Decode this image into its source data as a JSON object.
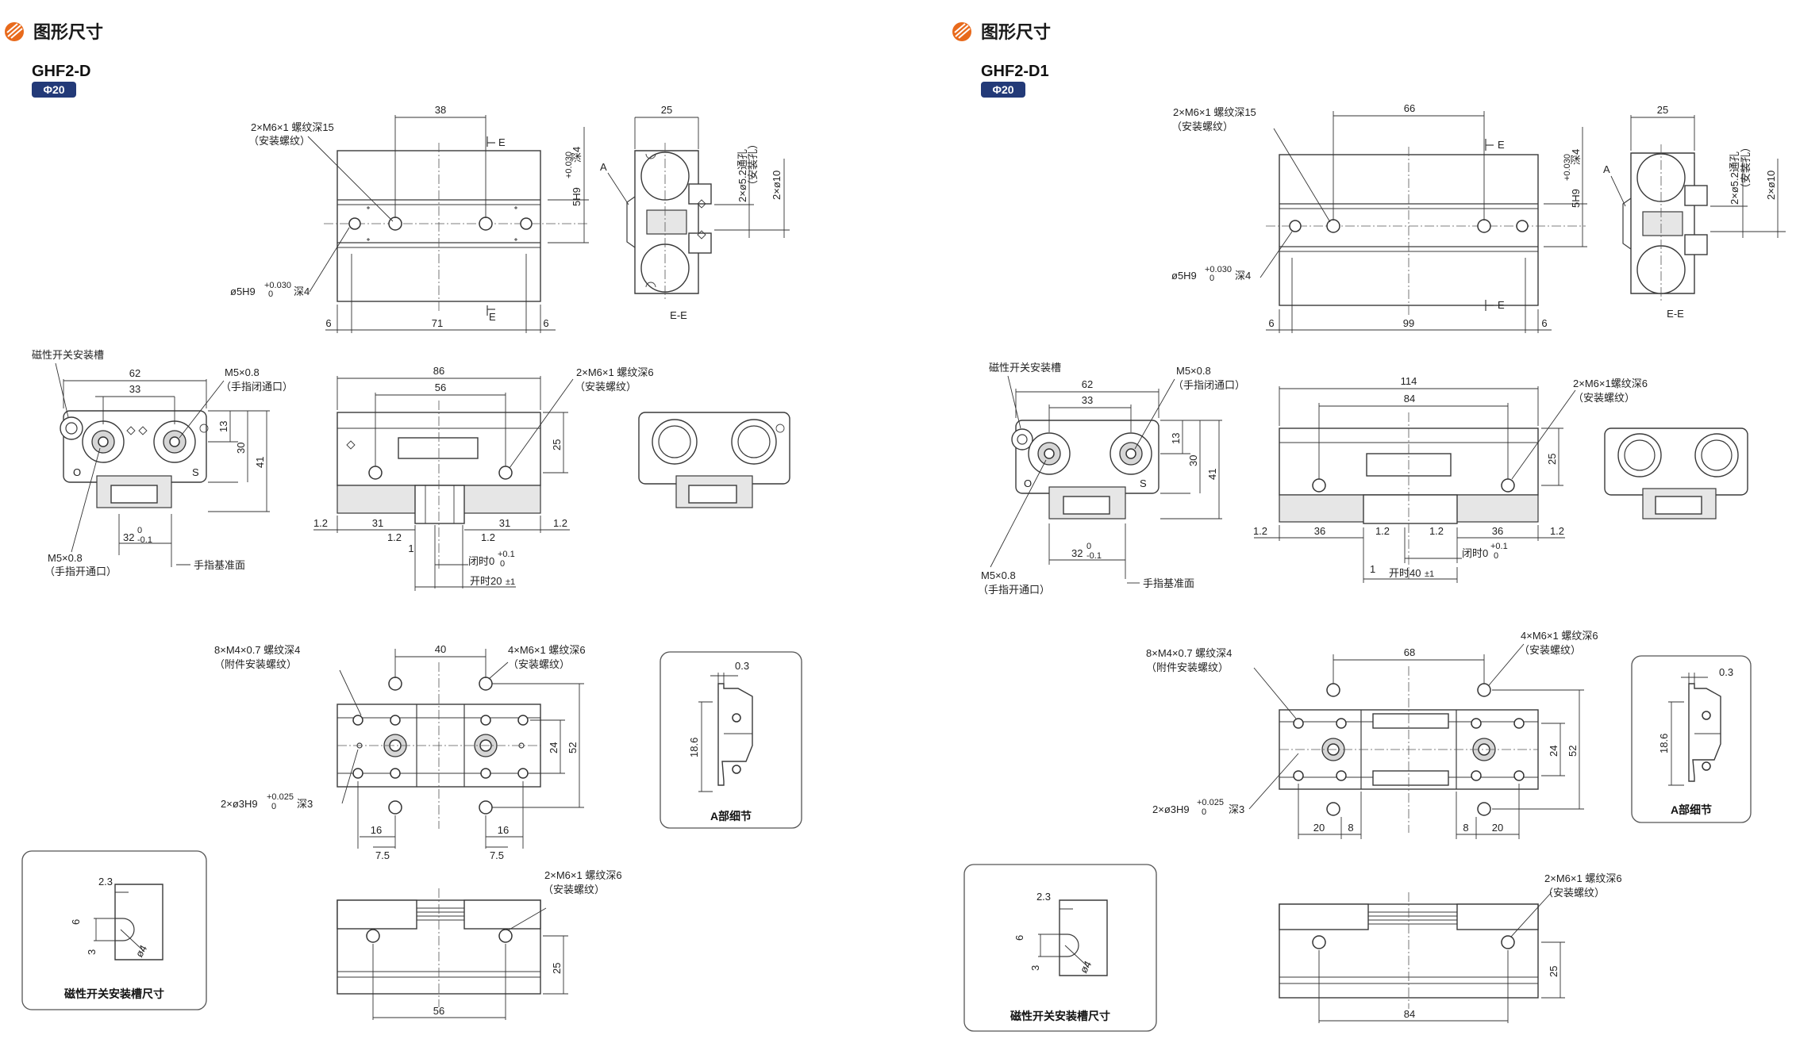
{
  "colors": {
    "accent": "#e86a1c",
    "badge": "#233a78",
    "line": "#3a3a3a"
  },
  "left": {
    "section_title": "图形尺寸",
    "model": "GHF2-D",
    "bore": "Φ20",
    "top": {
      "note1": "2×M6×1 螺纹深15",
      "note1_sub": "（安装螺纹）",
      "w_top": "38",
      "w_bottom": "71",
      "edge_l": "6",
      "edge_r": "6",
      "sec_mark": "E",
      "pin_note": "ø5H9",
      "pin_tol": "+0.030",
      "pin_tol0": "0",
      "pin_depth": "深4",
      "side_dim": "5H9",
      "side_tol": "+0.030",
      "side_tol0": "0",
      "side_depth": "深4",
      "ee_width": "25",
      "ee_a": "A",
      "ee_hole": "2×ø5.2通孔",
      "ee_hole_sub": "（安装孔）",
      "ee_cb": "2×ø10",
      "ee_label": "E-E"
    },
    "front": {
      "slot_label": "磁性开关安装槽",
      "w62": "62",
      "w33": "33",
      "port_close": "M5×0.8",
      "port_close_sub": "（手指闭通口）",
      "h13": "13",
      "h30": "30",
      "h41": "41",
      "o": "O",
      "s": "S",
      "port_open": "M5×0.8",
      "port_open_sub": "（手指开通口）",
      "w32": "32",
      "w32_tol": "0",
      "w32_tol2": "-0.1",
      "ref": "手指基准面"
    },
    "side": {
      "w86": "86",
      "w56": "56",
      "note": "2×M6×1 螺纹深6",
      "note_sub": "（安装螺纹）",
      "h25": "25",
      "d12a": "1.2",
      "d31a": "31",
      "d12b": "1.2",
      "d1": "1",
      "d12c": "1.2",
      "d31b": "31",
      "d12d": "1.2",
      "closed": "闭时0",
      "closed_tol": "+0.1",
      "closed_tol0": "0",
      "open": "开时20",
      "open_tol": "±1"
    },
    "bottom": {
      "note_a": "8×M4×0.7 螺纹深4",
      "note_a_sub": "（附件安装螺纹）",
      "w40": "40",
      "note_b": "4×M6×1 螺纹深6",
      "note_b_sub": "（安装螺纹）",
      "h24": "24",
      "h52": "52",
      "pin": "2×ø3H9",
      "pin_tol": "+0.025",
      "pin_tol0": "0",
      "pin_depth": "深3",
      "d16a": "16",
      "d16b": "16",
      "d75a": "7.5",
      "d75b": "7.5"
    },
    "detail_a": {
      "d03": "0.3",
      "d186": "18.6",
      "caption": "A部细节"
    },
    "slot_detail": {
      "d23": "2.3",
      "d6": "6",
      "d3": "3",
      "d4": "ø4",
      "caption": "磁性开关安装槽尺寸"
    },
    "lower": {
      "note": "2×M6×1 螺纹深6",
      "note_sub": "（安装螺纹）",
      "h25": "25",
      "w56": "56"
    }
  },
  "right": {
    "section_title": "图形尺寸",
    "model": "GHF2-D1",
    "bore": "Φ20",
    "top": {
      "note1": "2×M6×1 螺纹深15",
      "note1_sub": "（安装螺纹）",
      "w_top": "66",
      "w_bottom": "99",
      "edge_l": "6",
      "edge_r": "6",
      "sec_mark": "E",
      "pin_note": "ø5H9",
      "pin_tol": "+0.030",
      "pin_tol0": "0",
      "pin_depth": "深4",
      "side_dim": "5H9",
      "side_tol": "+0.030",
      "side_tol0": "0",
      "side_depth": "深4",
      "ee_width": "25",
      "ee_a": "A",
      "ee_hole": "2×ø5.2通孔",
      "ee_hole_sub": "（安装孔）",
      "ee_cb": "2×ø10",
      "ee_label": "E-E"
    },
    "front": {
      "slot_label": "磁性开关安装槽",
      "w62": "62",
      "w33": "33",
      "port_close": "M5×0.8",
      "port_close_sub": "（手指闭通口）",
      "h13": "13",
      "h30": "30",
      "h41": "41",
      "o": "O",
      "s": "S",
      "port_open": "M5×0.8",
      "port_open_sub": "（手指开通口）",
      "w32": "32",
      "w32_tol": "0",
      "w32_tol2": "-0.1",
      "ref": "手指基准面"
    },
    "side": {
      "w114": "114",
      "w84": "84",
      "note": "2×M6×1螺纹深6",
      "note_sub": "（安装螺纹）",
      "h25": "25",
      "d12a": "1.2",
      "d36a": "36",
      "d12b": "1.2",
      "d12c": "1.2",
      "d36b": "36",
      "d12d": "1.2",
      "d1": "1",
      "closed": "闭时0",
      "closed_tol": "+0.1",
      "closed_tol0": "0",
      "open": "开时40",
      "open_tol": "±1"
    },
    "bottom": {
      "note_a": "8×M4×0.7 螺纹深4",
      "note_a_sub": "（附件安装螺纹）",
      "w68": "68",
      "note_b": "4×M6×1 螺纹深6",
      "note_b_sub": "（安装螺纹）",
      "h24": "24",
      "h52": "52",
      "pin": "2×ø3H9",
      "pin_tol": "+0.025",
      "pin_tol0": "0",
      "pin_depth": "深3",
      "d20a": "20",
      "d8a": "8",
      "d8b": "8",
      "d20b": "20"
    },
    "detail_a": {
      "d03": "0.3",
      "d186": "18.6",
      "caption": "A部细节"
    },
    "slot_detail": {
      "d23": "2.3",
      "d6": "6",
      "d3": "3",
      "d4": "ø4",
      "caption": "磁性开关安装槽尺寸"
    },
    "lower": {
      "note": "2×M6×1 螺纹深6",
      "note_sub": "（安装螺纹）",
      "h25": "25",
      "w84": "84"
    }
  }
}
